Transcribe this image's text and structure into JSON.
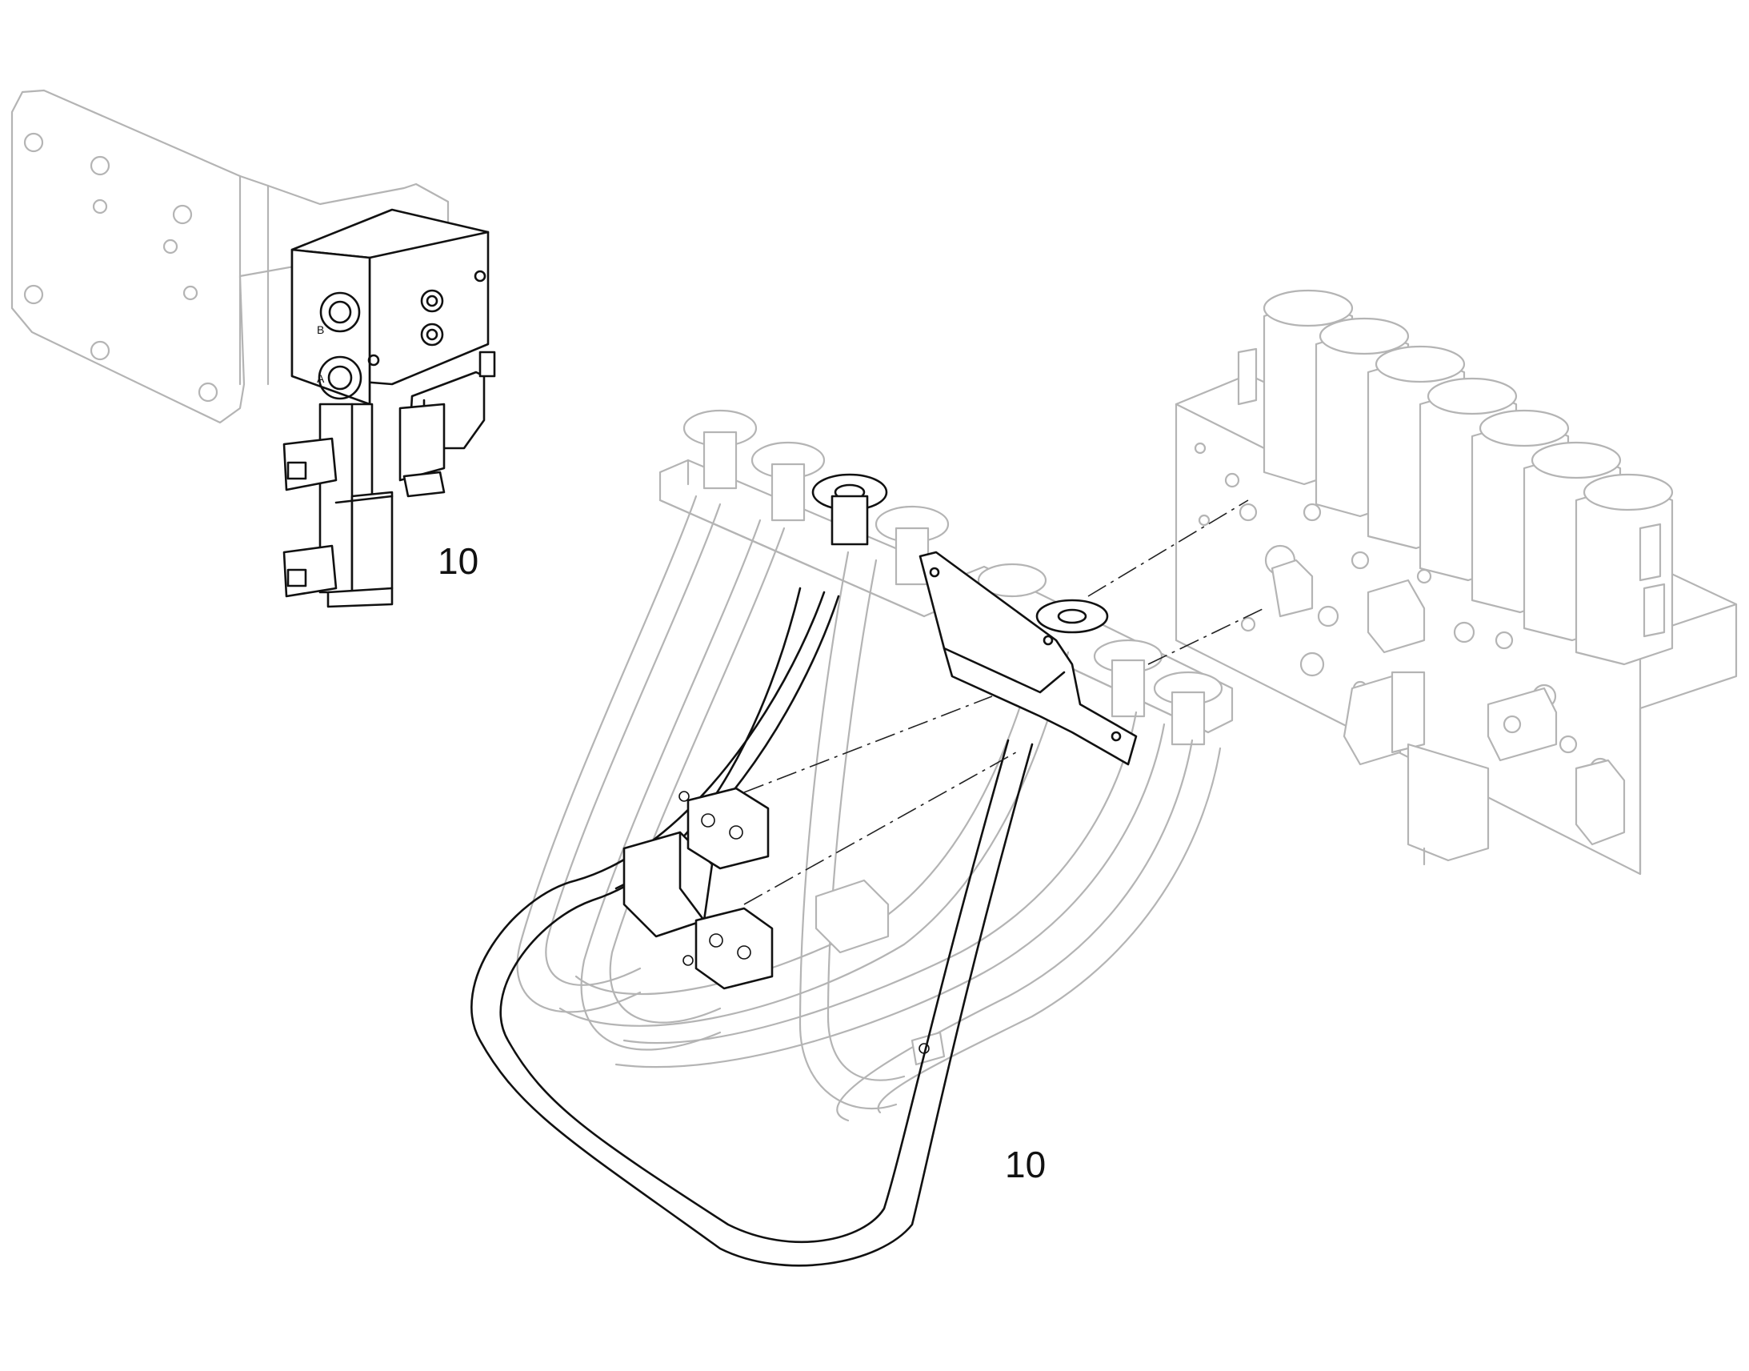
{
  "callouts": [
    {
      "id": "valve-assembly-callout",
      "label": "10"
    },
    {
      "id": "tube-assembly-callout",
      "label": "10"
    }
  ],
  "port_labels": {
    "b": "B",
    "a": "A"
  },
  "colors": {
    "highlight_line": "#111111",
    "context_line": "#b4b4b4",
    "background": "#ffffff"
  }
}
